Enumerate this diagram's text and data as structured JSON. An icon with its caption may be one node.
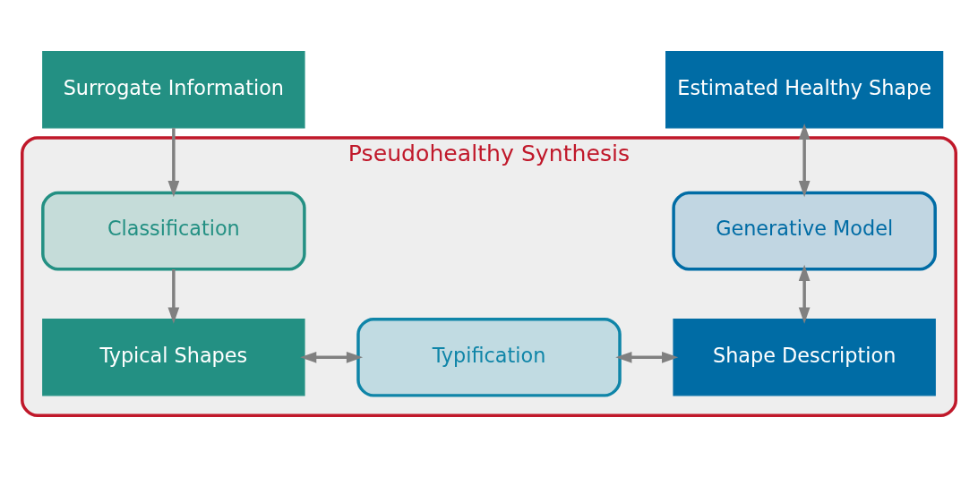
{
  "diagram": {
    "nodes": [
      {
        "text": [
          "Surrogate Information"
        ]
      },
      {
        "text": [
          "Estimated Healthy Shape"
        ]
      },
      {
        "text": [
          "Pseudohealthy Synthesis"
        ]
      },
      {
        "text": [
          "Classification"
        ],
        "in": 2
      },
      {
        "text": [
          "Generative Model"
        ],
        "in": 2
      },
      {
        "text": [
          "Typical Shapes"
        ],
        "in": 2
      },
      {
        "text": [
          "Typification"
        ],
        "in": 2
      },
      {
        "text": [
          "Shape Description"
        ],
        "in": 2
      }
    ],
    "edges": [
      {
        "from": 0,
        "to": 3,
        "arrow": "to"
      },
      {
        "from": 1,
        "to": 4,
        "arrow": "both"
      },
      {
        "from": 3,
        "to": 5,
        "arrow": "to"
      },
      {
        "from": 4,
        "to": 7,
        "arrow": "both"
      },
      {
        "from": 5,
        "to": 6,
        "arrow": "both"
      },
      {
        "from": 6,
        "to": 7,
        "arrow": "both"
      }
    ]
  }
}
